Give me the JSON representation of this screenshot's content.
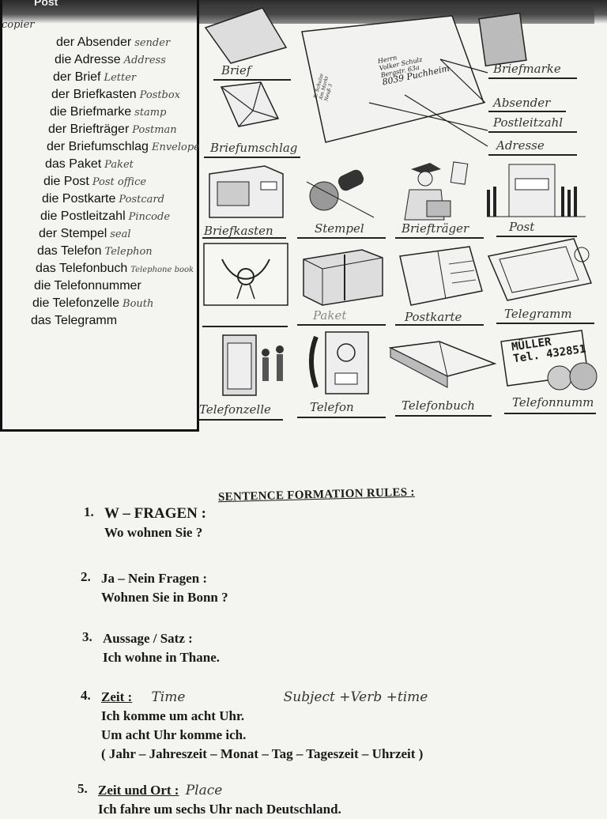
{
  "margin_note": "copier",
  "vocab": {
    "header": "Post",
    "items": [
      {
        "de": "der Absender",
        "en": "sender"
      },
      {
        "de": "die Adresse",
        "en": "Address"
      },
      {
        "de": "der Brief",
        "en": "Letter"
      },
      {
        "de": "der Briefkasten",
        "en": "Postbox"
      },
      {
        "de": "die Briefmarke",
        "en": "stamp"
      },
      {
        "de": "der Briefträger",
        "en": "Postman"
      },
      {
        "de": "der Briefumschlag",
        "en": "Envelope"
      },
      {
        "de": "das Paket",
        "en": "Paket"
      },
      {
        "de": "die Post",
        "en": "Post office"
      },
      {
        "de": "die Postkarte",
        "en": "Postcard"
      },
      {
        "de": "die Postleitzahl",
        "en": "Pincode"
      },
      {
        "de": "der Stempel",
        "en": "seal"
      },
      {
        "de": "das Telefon",
        "en": "Telephon"
      },
      {
        "de": "das Telefonbuch",
        "en": "Telephone book"
      },
      {
        "de": "die Telefonnummer",
        "en": ""
      },
      {
        "de": "die Telefonzelle",
        "en": "Bouth"
      },
      {
        "de": "das Telegramm",
        "en": ""
      }
    ]
  },
  "pictures": {
    "brief": "Brief",
    "briefmarke": "Briefmarke",
    "absender": "Absender",
    "postleitzahl": "Postleitzahl",
    "adresse": "Adresse",
    "envelope_address": [
      "Herrn",
      "Volker Schulz",
      "Bergstr. 63a",
      "8039 Puchheim"
    ],
    "envelope_sender": [
      "R. Schulze",
      "Am Markt",
      "Neuß 3"
    ],
    "briefumschlag": "Briefumschlag",
    "briefkasten": "Briefkasten",
    "stempel": "Stempel",
    "brieftraeger": "Briefträger",
    "post": "Post",
    "paket": "Paket",
    "postkarte": "Postkarte",
    "telegramm": "Telegramm",
    "telefonzelle": "Telefonzelle",
    "telefon": "Telefon",
    "telefonbuch": "Telefonbuch",
    "telefonnummer": "Telefonnumm",
    "number_card_name": "MÜLLER",
    "number_card_tel": "Tel. 432851"
  },
  "rules": {
    "title": "SENTENCE FORMATION RULES :",
    "items": [
      {
        "num": "1.",
        "lines": [
          "W – FRAGEN :",
          "Wo wohnen Sie ?"
        ]
      },
      {
        "num": "2.",
        "lines": [
          "Ja – Nein Fragen :",
          "Wohnen Sie in Bonn ?"
        ]
      },
      {
        "num": "3.",
        "lines": [
          "Aussage / Satz :",
          "Ich wohne in Thane."
        ]
      },
      {
        "num": "4.",
        "heading": "Zeit :",
        "note": "Time",
        "note2": "Subject +Verb +time",
        "lines": [
          "Ich komme um acht Uhr.",
          "Um acht Uhr komme ich.",
          "( Jahr – Jahreszeit – Monat – Tag – Tageszeit – Uhrzeit )"
        ]
      },
      {
        "num": "5.",
        "heading": "Zeit und Ort :",
        "note": "Place",
        "lines": [
          "Ich fahre um sechs Uhr nach Deutschland."
        ]
      }
    ]
  }
}
